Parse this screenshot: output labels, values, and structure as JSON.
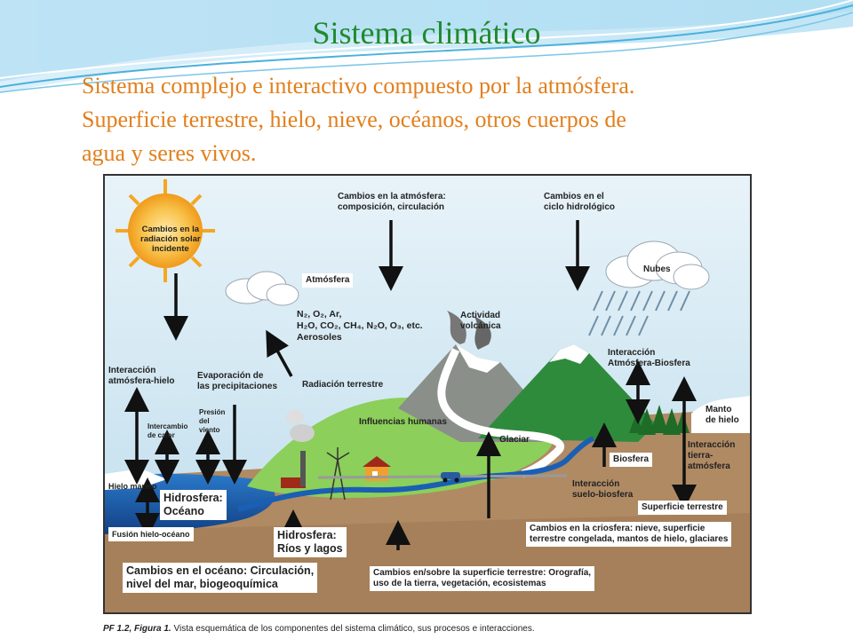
{
  "slide": {
    "title": "Sistema climático",
    "subtitle_lines": [
      "Sistema complejo e interactivo compuesto por la atmósfera.",
      "Superficie terrestre, hielo, nieve, océanos, otros cuerpos de",
      "agua y seres vivos."
    ]
  },
  "diagram": {
    "sun_label": [
      "Cambios en la",
      "radiación solar",
      "incidente"
    ],
    "atm_changes": [
      "Cambios en la atmósfera:",
      "composición, circulación"
    ],
    "hydro_cycle": [
      "Cambios en el",
      "ciclo hidrológico"
    ],
    "clouds": "Nubes",
    "atmosphere": "Atmósfera",
    "gases": [
      "N₂, O₂, Ar,",
      "H₂O, CO₂, CH₄, N₂O, O₃, etc.",
      "Aerosoles"
    ],
    "volcanic": [
      "Actividad",
      "volcánica"
    ],
    "atm_bio": [
      "Interacción",
      "Atmósfera-Biosfera"
    ],
    "atm_ice": [
      "Interacción",
      "atmósfera-hielo"
    ],
    "evaporation": [
      "Evaporación de",
      "las precipitaciones"
    ],
    "terrestrial_rad": "Radiación terrestre",
    "heat_exchange": [
      "Intercambio",
      "de calor"
    ],
    "wind": [
      "Presión",
      "del",
      "viento"
    ],
    "human": "Influencias humanas",
    "glacier": "Glaciar",
    "ice_sheet": [
      "Manto",
      "de hielo"
    ],
    "biosphere": "Biosfera",
    "land_atm": [
      "Interacción",
      "tierra-",
      "atmósfera"
    ],
    "soil_bio": [
      "Interacción",
      "suelo-biosfera"
    ],
    "land_surface": "Superficie terrestre",
    "sea_ice": "Hielo marino",
    "hydrosphere_ocean": [
      "Hidrosfera:",
      "Océano"
    ],
    "ice_ocean": "Fusión hielo-océano",
    "hydrosphere_rivers": [
      "Hidrosfera:",
      "Ríos y lagos"
    ],
    "cryosphere": [
      "Cambios en la criosfera: nieve, superficie",
      "terrestre congelada, mantos de hielo, glaciares"
    ],
    "ocean_changes": [
      "Cambios en el océano: Circulación,",
      "nivel del mar, biogeoquímica"
    ],
    "land_changes": [
      "Cambios en/sobre la superficie terrestre: Orografía,",
      "uso de la tierra, vegetación, ecosistemas"
    ]
  },
  "caption": {
    "ref": "PF 1.2, Figura 1.",
    "text": " Vista esquemática de los componentes del sistema climático, sus procesos e interacciones."
  },
  "colors": {
    "title": "#1f8a2e",
    "subtitle": "#e27f1c",
    "sky": "#cfe6f2",
    "ocean": "#1a5fb4",
    "land": "#b08a63",
    "green_hill": "#8ccf5a",
    "mountain": "#2e8b3c",
    "sun": "#f5a623"
  }
}
